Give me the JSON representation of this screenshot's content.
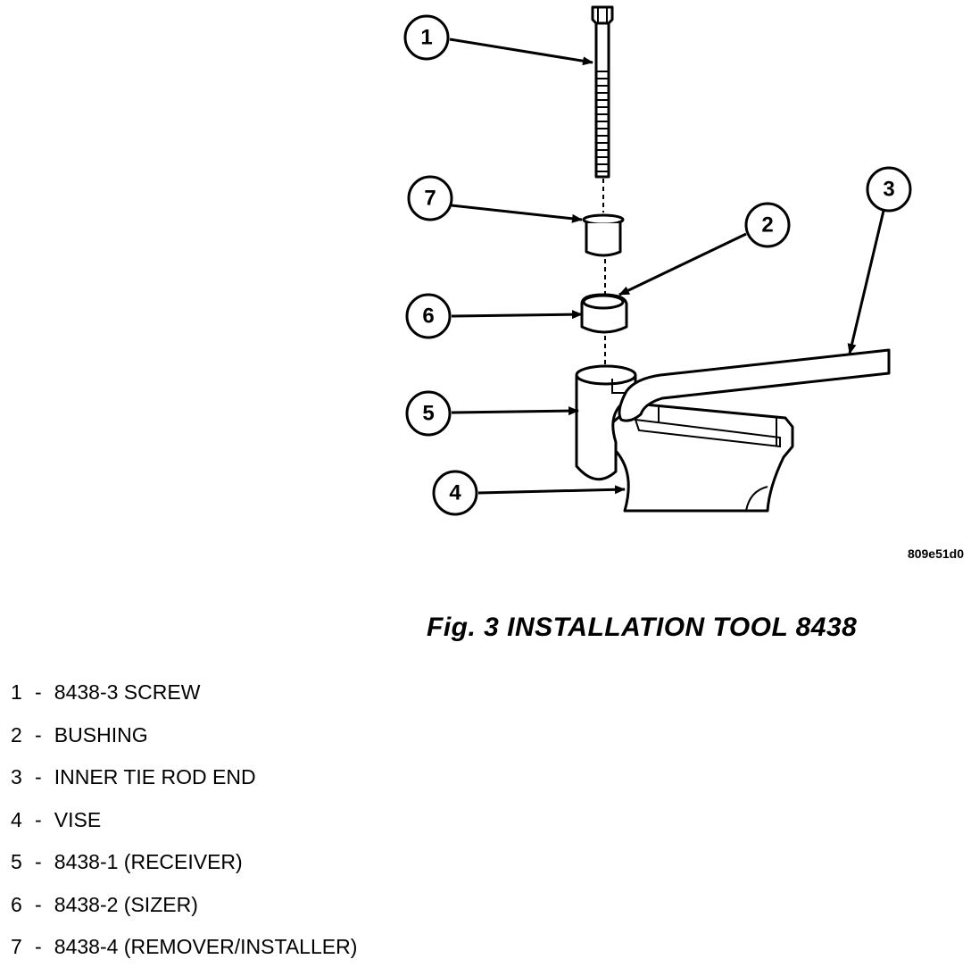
{
  "figure": {
    "code": "809e51d0",
    "caption": "Fig. 3 INSTALLATION TOOL 8438"
  },
  "callouts": [
    "1",
    "2",
    "3",
    "4",
    "5",
    "6",
    "7"
  ],
  "legend": [
    {
      "num": "1",
      "text": "8438-3 SCREW"
    },
    {
      "num": "2",
      "text": "BUSHING"
    },
    {
      "num": "3",
      "text": "INNER TIE ROD END"
    },
    {
      "num": "4",
      "text": "VISE"
    },
    {
      "num": "5",
      "text": "8438-1 (RECEIVER)"
    },
    {
      "num": "6",
      "text": "8438-2 (SIZER)"
    },
    {
      "num": "7",
      "text": "8438-4 (REMOVER/INSTALLER)"
    }
  ],
  "separator": "-"
}
